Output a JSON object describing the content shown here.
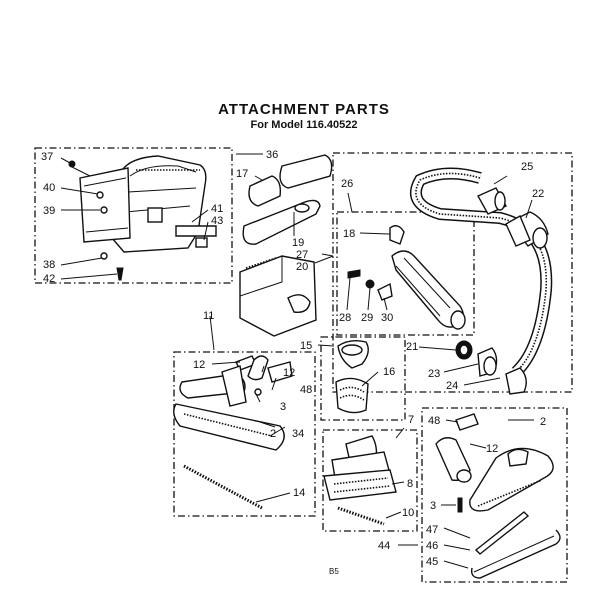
{
  "header": {
    "title": "ATTACHMENT PARTS",
    "model": "For Model 116.40522"
  },
  "footer": {
    "page": "B5"
  },
  "callouts": {
    "p2a": "2",
    "p2b": "2",
    "p3a": "3",
    "p3b": "3",
    "p7": "7",
    "p8": "8",
    "p10": "10",
    "p11": "11",
    "p12a": "12",
    "p12b": "12",
    "p12c": "12",
    "p14": "14",
    "p15": "15",
    "p16": "16",
    "p17": "17",
    "p18": "18",
    "p19": "19",
    "p20": "20",
    "p21": "21",
    "p22": "22",
    "p23": "23",
    "p24": "24",
    "p25": "25",
    "p26": "26",
    "p27": "27",
    "p28": "28",
    "p29": "29",
    "p30": "30",
    "p34": "34",
    "p36": "36",
    "p37": "37",
    "p38": "38",
    "p39": "39",
    "p40": "40",
    "p41": "41",
    "p42": "42",
    "p43": "43",
    "p44": "44",
    "p45": "45",
    "p46": "46",
    "p47": "47",
    "p48a": "48",
    "p48b": "48"
  }
}
